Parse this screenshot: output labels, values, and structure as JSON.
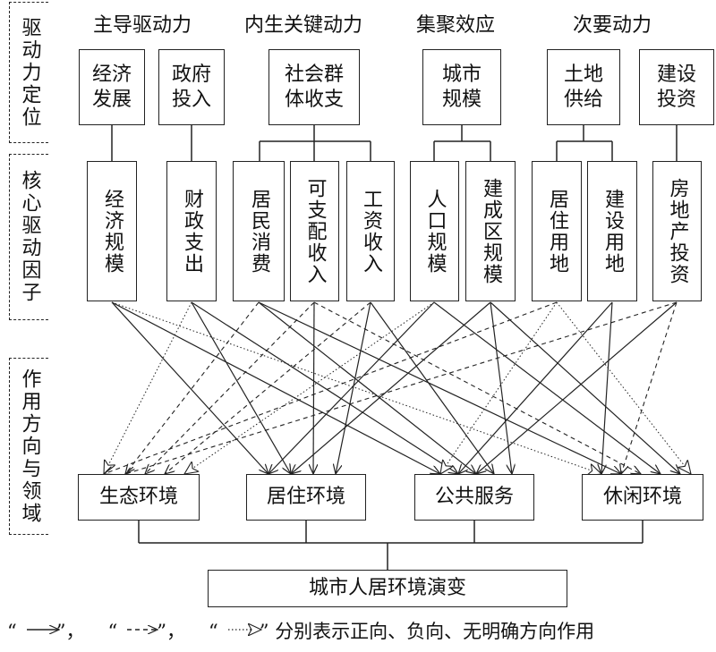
{
  "side_labels": [
    "驱动力定位",
    "核心驱动因子",
    "作用方向与领域"
  ],
  "categories": [
    "主导驱动力",
    "内生关键动力",
    "集聚效应",
    "次要动力"
  ],
  "drivers": [
    "经济发展",
    "政府投入",
    "社会群体收支",
    "城市规模",
    "土地供给",
    "建设投资"
  ],
  "factors": [
    "经济规模",
    "财政支出",
    "居民消费",
    "可支配收入",
    "工资收入",
    "人口规模",
    "建成区规模",
    "居住用地",
    "建设用地",
    "房地产投资"
  ],
  "domains": [
    "生态环境",
    "居住环境",
    "公共服务",
    "休闲环境"
  ],
  "bottom": "城市人居环境演变",
  "legend": {
    "q1": "“",
    "q2": "”，",
    "q3": "“",
    "q4": "”，",
    "q5": "“",
    "q6": "”",
    "text": "分别表示正向、负向、无明确方向作用"
  },
  "links": [
    {
      "from": 0,
      "to": 1,
      "type": "positive"
    },
    {
      "from": 0,
      "to": 2,
      "type": "positive"
    },
    {
      "from": 0,
      "to": 3,
      "type": "dotted"
    },
    {
      "from": 1,
      "to": 0,
      "type": "dotted"
    },
    {
      "from": 1,
      "to": 1,
      "type": "positive"
    },
    {
      "from": 1,
      "to": 2,
      "type": "positive"
    },
    {
      "from": 2,
      "to": 0,
      "type": "dashed"
    },
    {
      "from": 2,
      "to": 2,
      "type": "positive"
    },
    {
      "from": 2,
      "to": 3,
      "type": "positive"
    },
    {
      "from": 3,
      "to": 0,
      "type": "dashed"
    },
    {
      "from": 3,
      "to": 1,
      "type": "positive"
    },
    {
      "from": 3,
      "to": 3,
      "type": "dashed"
    },
    {
      "from": 4,
      "to": 0,
      "type": "dashed"
    },
    {
      "from": 4,
      "to": 1,
      "type": "positive"
    },
    {
      "from": 4,
      "to": 2,
      "type": "positive"
    },
    {
      "from": 5,
      "to": 0,
      "type": "dotted"
    },
    {
      "from": 5,
      "to": 1,
      "type": "positive"
    },
    {
      "from": 5,
      "to": 3,
      "type": "positive"
    },
    {
      "from": 6,
      "to": 1,
      "type": "positive"
    },
    {
      "from": 6,
      "to": 2,
      "type": "positive"
    },
    {
      "from": 6,
      "to": 3,
      "type": "positive"
    },
    {
      "from": 7,
      "to": 0,
      "type": "dashed"
    },
    {
      "from": 7,
      "to": 2,
      "type": "dotted"
    },
    {
      "from": 7,
      "to": 3,
      "type": "dotted"
    },
    {
      "from": 8,
      "to": 2,
      "type": "positive"
    },
    {
      "from": 8,
      "to": 3,
      "type": "positive"
    },
    {
      "from": 9,
      "to": 0,
      "type": "dashed"
    },
    {
      "from": 9,
      "to": 2,
      "type": "positive"
    },
    {
      "from": 9,
      "to": 3,
      "type": "dashed"
    }
  ]
}
